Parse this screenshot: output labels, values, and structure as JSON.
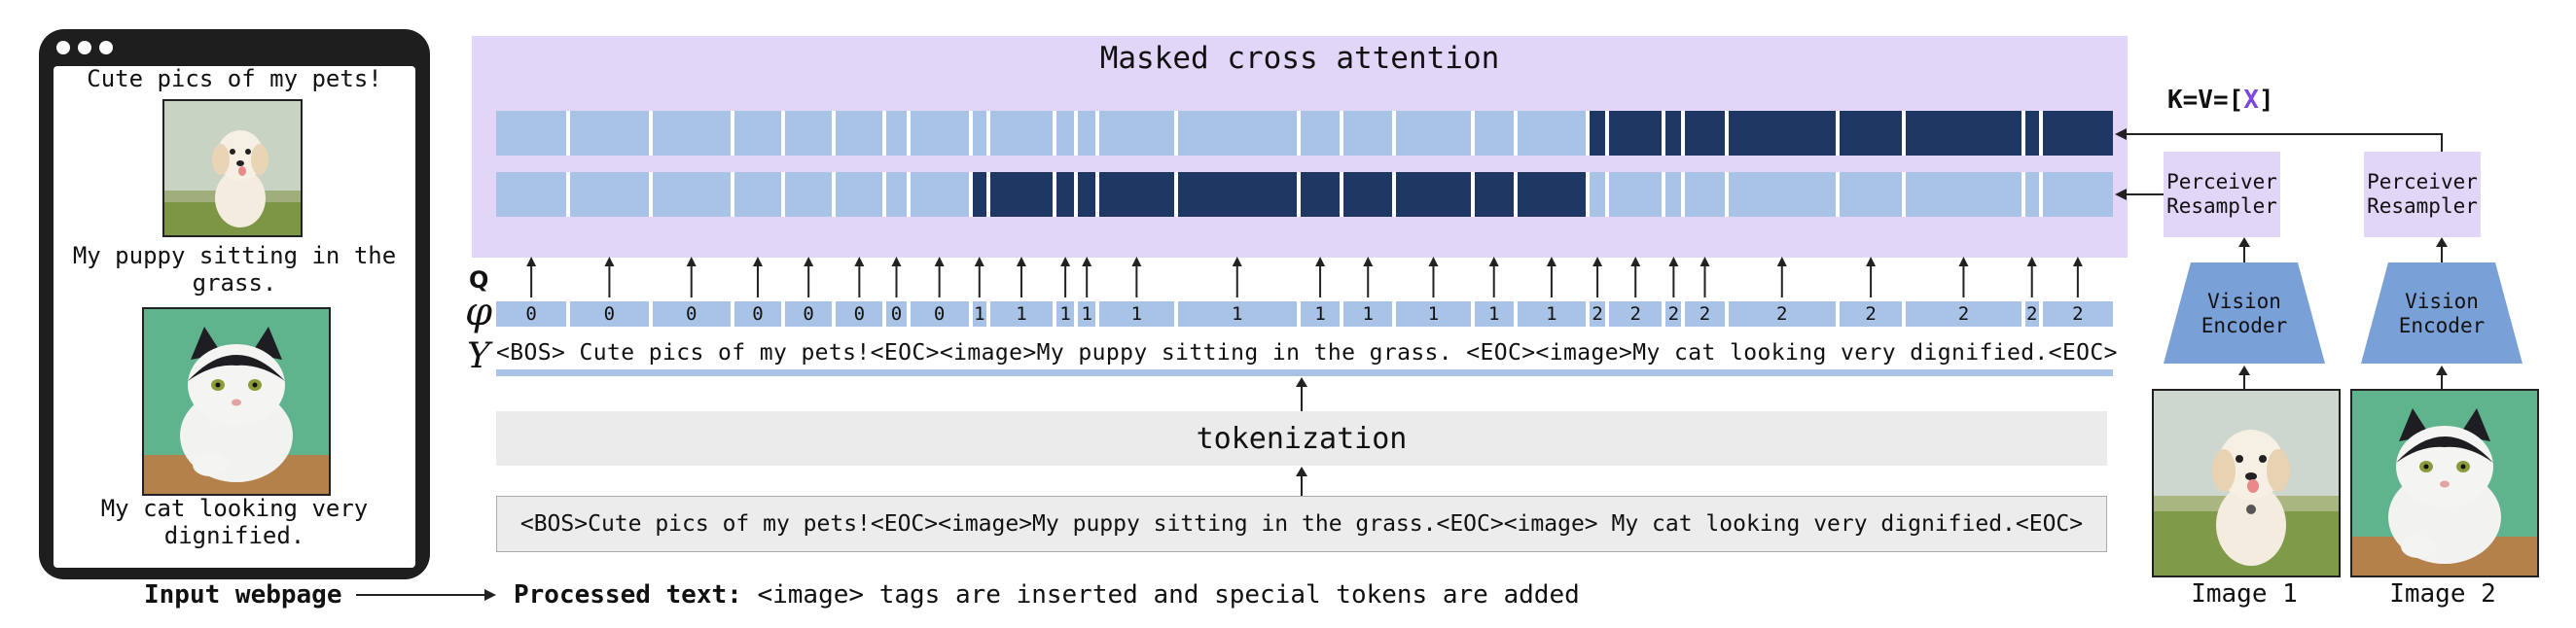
{
  "colors": {
    "light_cell": "#a9c3e6",
    "dark_cell": "#1e3763",
    "attention_bg": "#e2d6f8",
    "encoder": "#7aa0d8",
    "x_accent": "#7b47e0"
  },
  "webpage": {
    "caption1": "Cute pics of my pets!",
    "caption2a": "My puppy sitting in the",
    "caption2b": "grass.",
    "caption3a": "My cat looking very",
    "caption3b": "dignified.",
    "label": "Input webpage"
  },
  "attention": {
    "title": "Masked cross attention",
    "kv_prefix": "K=V=[",
    "kv_x": "X",
    "kv_suffix": "]",
    "q_label": "Q",
    "phi_label": "φ",
    "y_label": "Y",
    "phi_values": [
      "0",
      "0",
      "0",
      "0",
      "0",
      "0",
      "0",
      "0",
      "1",
      "1",
      "1",
      "1",
      "1",
      "1",
      "1",
      "1",
      "1",
      "1",
      "1",
      "2",
      "2",
      "2",
      "2",
      "2",
      "2",
      "2",
      "2",
      "2"
    ],
    "row1_pattern": [
      0,
      0,
      0,
      0,
      0,
      0,
      0,
      0,
      0,
      0,
      0,
      0,
      0,
      0,
      0,
      0,
      0,
      0,
      0,
      1,
      1,
      1,
      1,
      1,
      1,
      1,
      1,
      1
    ],
    "row2_pattern": [
      0,
      0,
      0,
      0,
      0,
      0,
      0,
      0,
      1,
      1,
      1,
      1,
      1,
      1,
      1,
      1,
      1,
      1,
      1,
      0,
      0,
      0,
      0,
      0,
      0,
      0,
      0,
      0
    ]
  },
  "tokenized_text": "<BOS> Cute pics of my pets!<EOC><image>My puppy sitting in the grass. <EOC><image>My cat looking very dignified.<EOC>",
  "tokenization_label": "tokenization",
  "processed": {
    "box_text": "<BOS>Cute pics of my pets!<EOC><image>My puppy sitting in the grass.<EOC><image> My cat looking very dignified.<EOC>",
    "label_bold": "Processed text:",
    "label_rest": " <image> tags are inserted and special tokens are added"
  },
  "encoders": {
    "perceiver_line1": "Perceiver",
    "perceiver_line2": "Resampler",
    "vision_line1": "Vision",
    "vision_line2": "Encoder",
    "image1_label": "Image 1",
    "image2_label": "Image 2"
  }
}
